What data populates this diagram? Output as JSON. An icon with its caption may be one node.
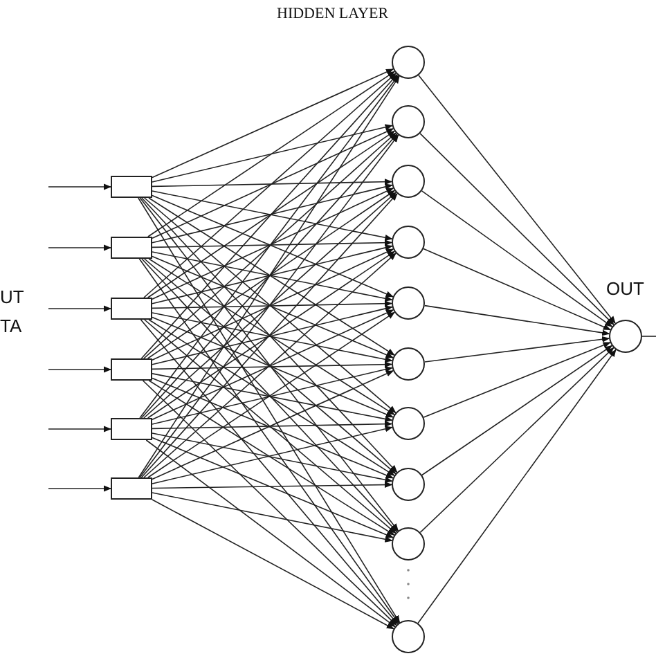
{
  "diagram": {
    "nodes": [
      {
        "text": [],
        "shape": "box"
      },
      {
        "text": [],
        "shape": "box"
      },
      {
        "text": [],
        "shape": "box"
      },
      {
        "text": [],
        "shape": "box"
      },
      {
        "text": [],
        "shape": "box"
      },
      {
        "text": [],
        "shape": "box"
      },
      {
        "text": [],
        "shape": "circle"
      },
      {
        "text": [],
        "shape": "circle"
      },
      {
        "text": [],
        "shape": "circle"
      },
      {
        "text": [],
        "shape": "circle"
      },
      {
        "text": [],
        "shape": "circle"
      },
      {
        "text": [],
        "shape": "circle"
      },
      {
        "text": [],
        "shape": "circle"
      },
      {
        "text": [],
        "shape": "circle"
      },
      {
        "text": [],
        "shape": "circle"
      },
      {
        "text": [],
        "shape": "circle"
      },
      {
        "text": [],
        "shape": "circle",
        "beside": [
          "OUT"
        ]
      }
    ],
    "edges": [
      {
        "from": null,
        "to": 0,
        "arrow": "to"
      },
      {
        "from": null,
        "to": 1,
        "arrow": "to"
      },
      {
        "from": null,
        "to": 2,
        "arrow": "to"
      },
      {
        "from": null,
        "to": 3,
        "arrow": "to"
      },
      {
        "from": null,
        "to": 4,
        "arrow": "to"
      },
      {
        "from": null,
        "to": 5,
        "arrow": "to"
      },
      {
        "from": 0,
        "to": 6,
        "arrow": "to"
      },
      {
        "from": 0,
        "to": 7,
        "arrow": "to"
      },
      {
        "from": 0,
        "to": 8,
        "arrow": "to"
      },
      {
        "from": 0,
        "to": 9,
        "arrow": "to"
      },
      {
        "from": 0,
        "to": 10,
        "arrow": "to"
      },
      {
        "from": 0,
        "to": 11,
        "arrow": "to"
      },
      {
        "from": 0,
        "to": 12,
        "arrow": "to"
      },
      {
        "from": 0,
        "to": 13,
        "arrow": "to"
      },
      {
        "from": 0,
        "to": 14,
        "arrow": "to"
      },
      {
        "from": 0,
        "to": 15,
        "arrow": "to"
      },
      {
        "from": 1,
        "to": 6,
        "arrow": "to"
      },
      {
        "from": 1,
        "to": 7,
        "arrow": "to"
      },
      {
        "from": 1,
        "to": 8,
        "arrow": "to"
      },
      {
        "from": 1,
        "to": 9,
        "arrow": "to"
      },
      {
        "from": 1,
        "to": 10,
        "arrow": "to"
      },
      {
        "from": 1,
        "to": 11,
        "arrow": "to"
      },
      {
        "from": 1,
        "to": 12,
        "arrow": "to"
      },
      {
        "from": 1,
        "to": 13,
        "arrow": "to"
      },
      {
        "from": 1,
        "to": 14,
        "arrow": "to"
      },
      {
        "from": 1,
        "to": 15,
        "arrow": "to"
      },
      {
        "from": 2,
        "to": 6,
        "arrow": "to"
      },
      {
        "from": 2,
        "to": 7,
        "arrow": "to"
      },
      {
        "from": 2,
        "to": 8,
        "arrow": "to"
      },
      {
        "from": 2,
        "to": 9,
        "arrow": "to"
      },
      {
        "from": 2,
        "to": 10,
        "arrow": "to"
      },
      {
        "from": 2,
        "to": 11,
        "arrow": "to"
      },
      {
        "from": 2,
        "to": 12,
        "arrow": "to"
      },
      {
        "from": 2,
        "to": 13,
        "arrow": "to"
      },
      {
        "from": 2,
        "to": 14,
        "arrow": "to"
      },
      {
        "from": 2,
        "to": 15,
        "arrow": "to"
      },
      {
        "from": 3,
        "to": 6,
        "arrow": "to"
      },
      {
        "from": 3,
        "to": 7,
        "arrow": "to"
      },
      {
        "from": 3,
        "to": 8,
        "arrow": "to"
      },
      {
        "from": 3,
        "to": 9,
        "arrow": "to"
      },
      {
        "from": 3,
        "to": 10,
        "arrow": "to"
      },
      {
        "from": 3,
        "to": 11,
        "arrow": "to"
      },
      {
        "from": 3,
        "to": 12,
        "arrow": "to"
      },
      {
        "from": 3,
        "to": 13,
        "arrow": "to"
      },
      {
        "from": 3,
        "to": 14,
        "arrow": "to"
      },
      {
        "from": 3,
        "to": 15,
        "arrow": "to"
      },
      {
        "from": 4,
        "to": 6,
        "arrow": "to"
      },
      {
        "from": 4,
        "to": 7,
        "arrow": "to"
      },
      {
        "from": 4,
        "to": 8,
        "arrow": "to"
      },
      {
        "from": 4,
        "to": 9,
        "arrow": "to"
      },
      {
        "from": 4,
        "to": 10,
        "arrow": "to"
      },
      {
        "from": 4,
        "to": 11,
        "arrow": "to"
      },
      {
        "from": 4,
        "to": 12,
        "arrow": "to"
      },
      {
        "from": 4,
        "to": 13,
        "arrow": "to"
      },
      {
        "from": 4,
        "to": 14,
        "arrow": "to"
      },
      {
        "from": 4,
        "to": 15,
        "arrow": "to"
      },
      {
        "from": 5,
        "to": 6,
        "arrow": "to"
      },
      {
        "from": 5,
        "to": 7,
        "arrow": "to"
      },
      {
        "from": 5,
        "to": 8,
        "arrow": "to"
      },
      {
        "from": 5,
        "to": 9,
        "arrow": "to"
      },
      {
        "from": 5,
        "to": 10,
        "arrow": "to"
      },
      {
        "from": 5,
        "to": 11,
        "arrow": "to"
      },
      {
        "from": 5,
        "to": 12,
        "arrow": "to"
      },
      {
        "from": 5,
        "to": 13,
        "arrow": "to"
      },
      {
        "from": 5,
        "to": 14,
        "arrow": "to"
      },
      {
        "from": 5,
        "to": 15,
        "arrow": "to"
      },
      {
        "from": 6,
        "to": 16,
        "arrow": "to"
      },
      {
        "from": 7,
        "to": 16,
        "arrow": "to"
      },
      {
        "from": 8,
        "to": 16,
        "arrow": "to"
      },
      {
        "from": 9,
        "to": 16,
        "arrow": "to"
      },
      {
        "from": 10,
        "to": 16,
        "arrow": "to"
      },
      {
        "from": 11,
        "to": 16,
        "arrow": "to"
      },
      {
        "from": 12,
        "to": 16,
        "arrow": "to"
      },
      {
        "from": 13,
        "to": 16,
        "arrow": "to"
      },
      {
        "from": 14,
        "to": 16,
        "arrow": "to"
      },
      {
        "from": 15,
        "to": 16,
        "arrow": "to"
      },
      {
        "from": 16,
        "to": null,
        "arrow": "none"
      }
    ],
    "labels": [
      "HIDDEN LAYER",
      "UT",
      "TA"
    ]
  }
}
